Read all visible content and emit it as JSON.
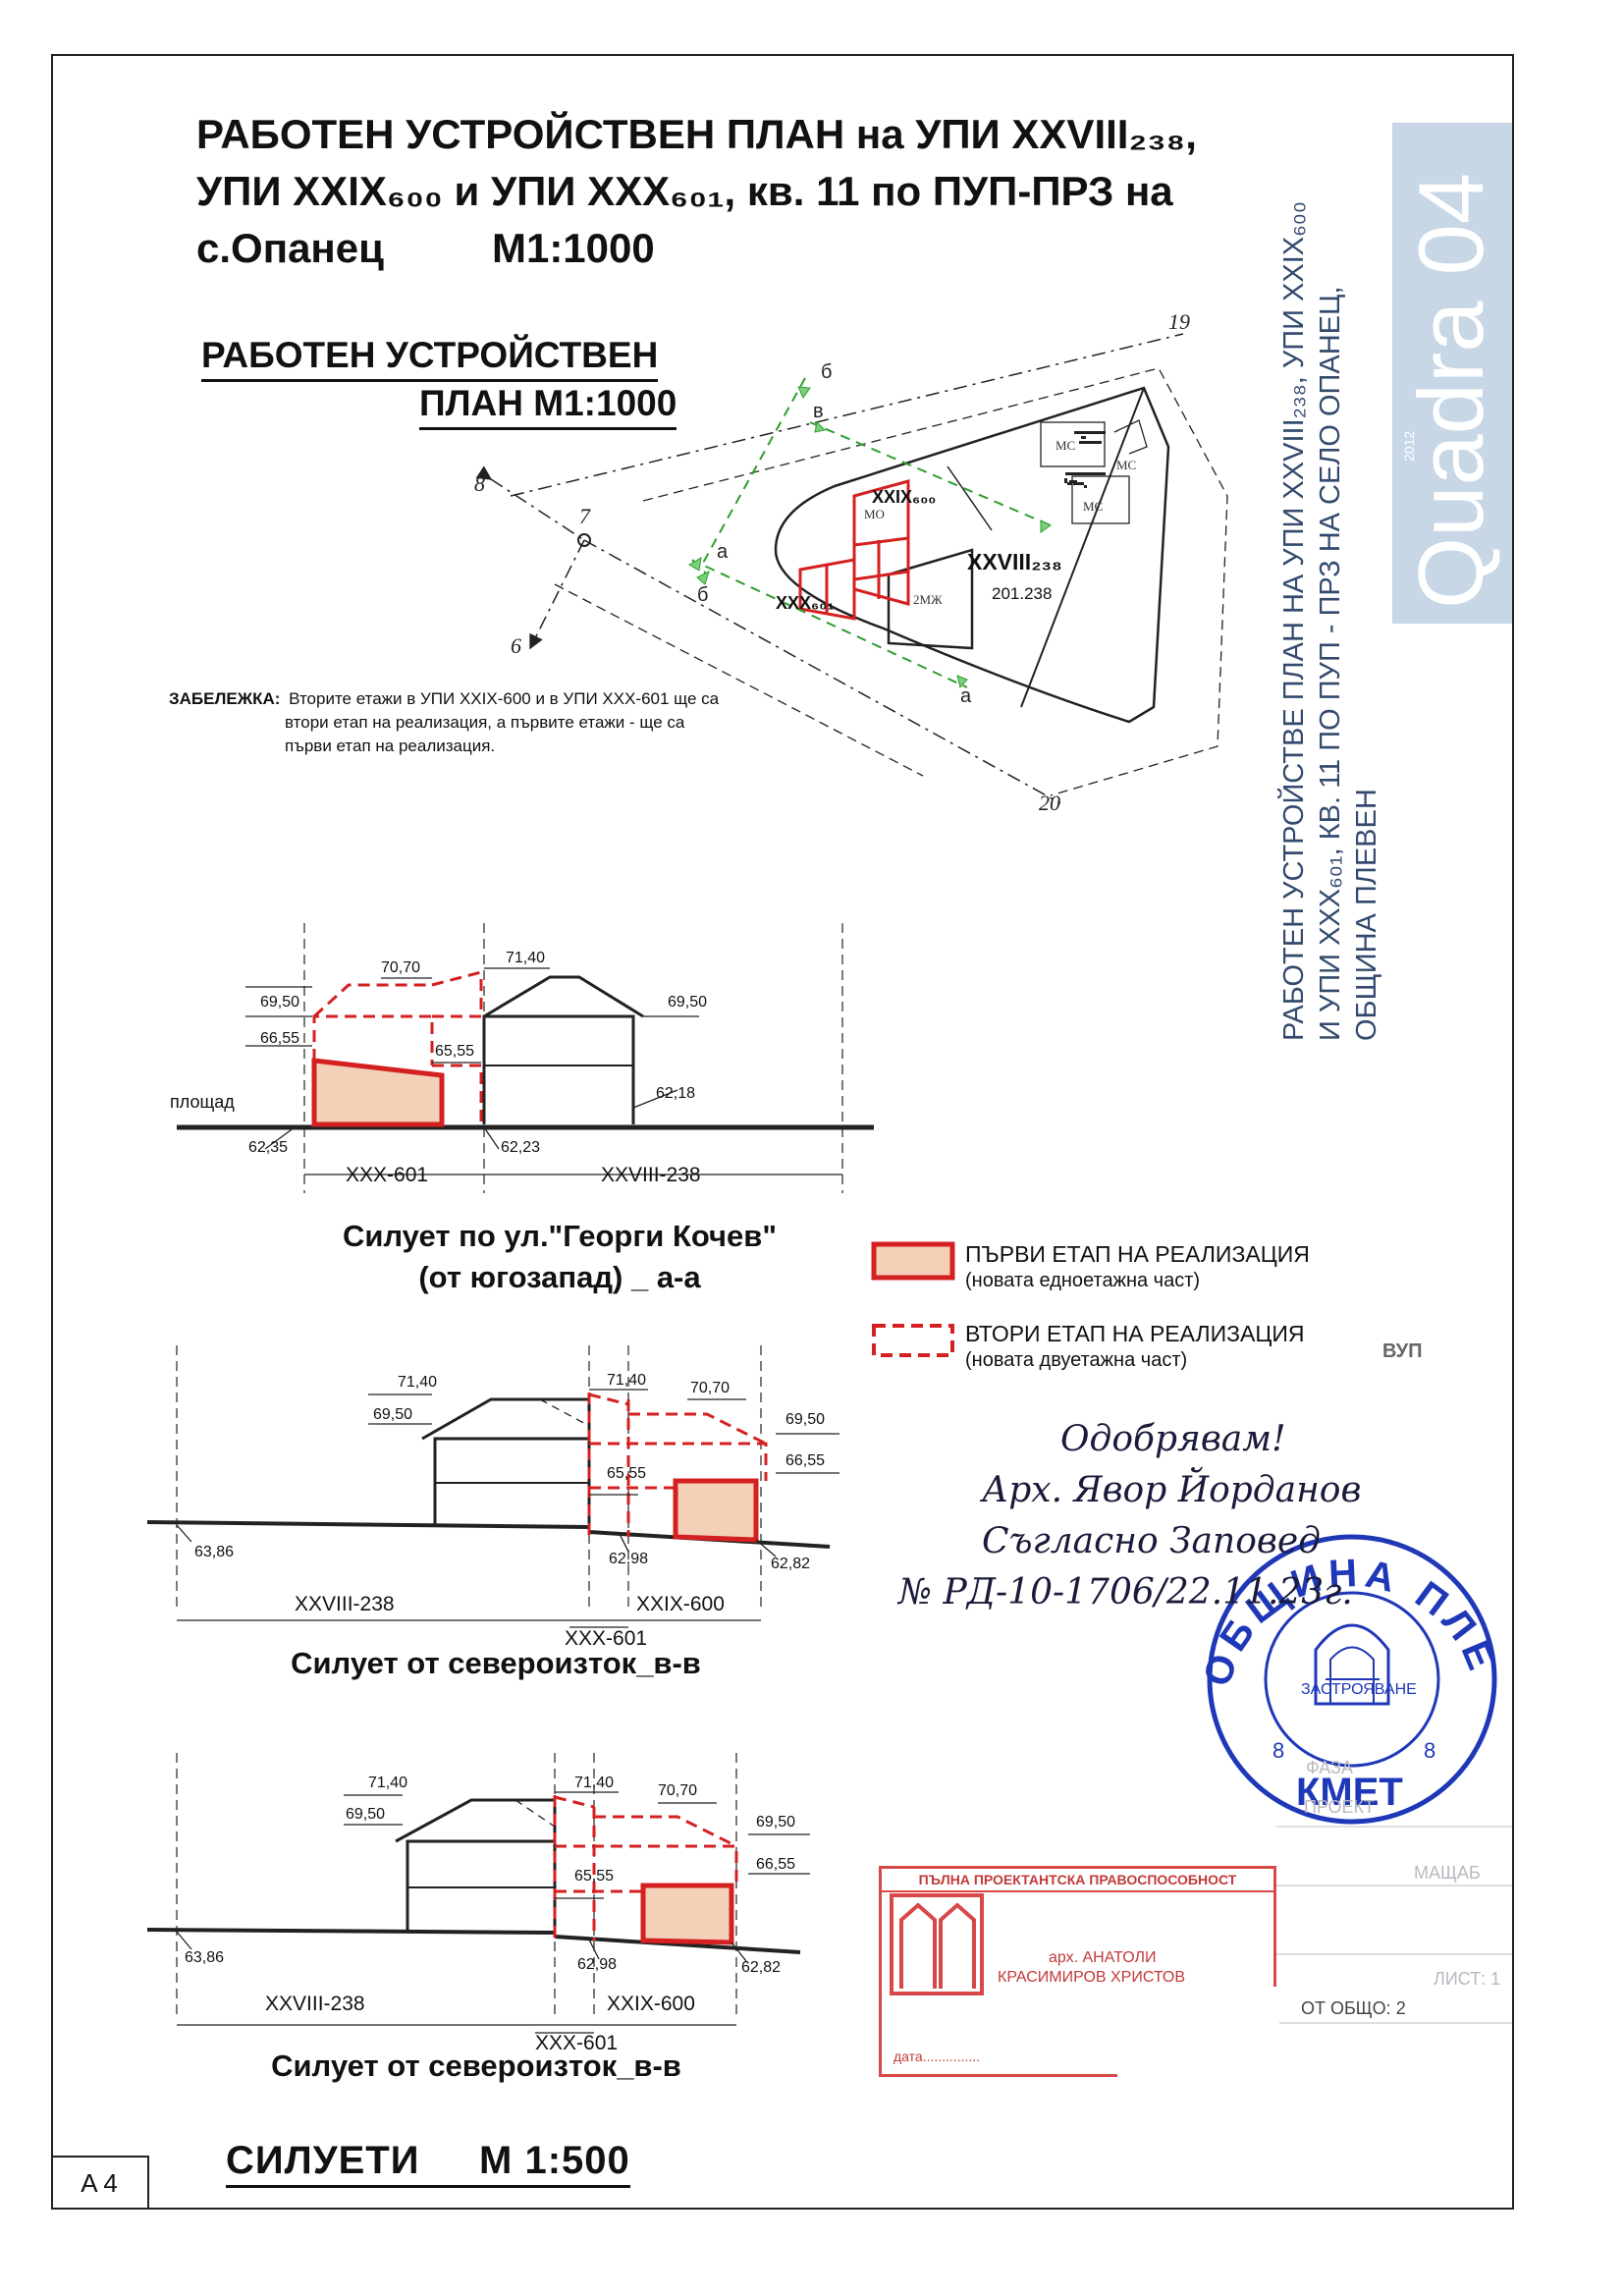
{
  "title": {
    "line1": "РАБОТЕН УСТРОЙСТВЕН ПЛАН на УПИ XXVIII₂₃₈,",
    "line2": "УПИ XXIX₆₀₀ и УПИ XXX₆₀₁, кв. 11 по ПУП-ПРЗ на",
    "line3a": "с.Опанец",
    "line3b": "M1:1000"
  },
  "plan": {
    "heading_line1": "РАБОТЕН УСТРОЙСТВЕН",
    "heading_line2": "ПЛАН  M1:1000",
    "labels": {
      "p19": "19",
      "p20": "20",
      "p8": "8",
      "p7": "7",
      "p6": "6",
      "sec_b_top": "б",
      "sec_v_top": "в",
      "sec_a_left": "а",
      "sec_b_left": "б",
      "sec_a_bottom": "а",
      "ms1": "МС",
      "ms2": "МС",
      "ms3": "МС",
      "mzh": "2МЖ",
      "mo": "МО",
      "upi29": "XXIX₆₀₀",
      "upi28": "XXVIII₂₃₈",
      "upi28_area": "201.238",
      "upi30": "XXX₆₀₁"
    }
  },
  "note": {
    "label": "ЗАБЕЛЕЖКА:",
    "line1": "Вторите етажи в УПИ XXIX-600 и в УПИ XXX-601 ще са",
    "line2": "втори етап на реализация, а първите етажи - ще са",
    "line3": "първи етап на реализация."
  },
  "section1": {
    "v6950": "69,50",
    "v7070": "70,70",
    "v7140": "71,40",
    "v6950r": "69,50",
    "v6655": "66,55",
    "v6555": "65,55",
    "v6218": "62,18",
    "v6235": "62,35",
    "v6223": "62,23",
    "square": "площад",
    "dim_left": "XXX-601",
    "dim_right": "XXVIII-238",
    "caption1": "Силует по ул.\"Георги Кочев\"",
    "caption2": "(от югозапад) _ а-а"
  },
  "legend": {
    "first_title": "ПЪРВИ ЕТАП НА РЕАЛИЗАЦИЯ",
    "first_sub": "(новата едноетажна част)",
    "second_title": "ВТОРИ ЕТАП НА РЕАЛИЗАЦИЯ",
    "second_sub": "(новата двуетажна част)"
  },
  "section2": {
    "v7140": "71,40",
    "v6950": "69,50",
    "v7140b": "71,40",
    "v7070": "70,70",
    "v6950r": "69,50",
    "v6655": "66,55",
    "v6555": "65,55",
    "v6386": "63,86",
    "v6298": "62,98",
    "v6282": "62,82",
    "dim_left": "XXVIII-238",
    "dim_right": "XXIX-600",
    "dim_mid": "XXX-601",
    "caption": "Силует от североизток_в-в"
  },
  "section3": {
    "v7140": "71,40",
    "v6950": "69,50",
    "v7140b": "71,40",
    "v7070": "70,70",
    "v6950r": "69,50",
    "v6655": "66,55",
    "v6555": "65,55",
    "v6386": "63,86",
    "v6298": "62,98",
    "v6282": "62,82",
    "dim_left": "XXVIII-238",
    "dim_right": "XXIX-600",
    "dim_mid": "XXX-601",
    "caption": "Силует от североизток_в-в"
  },
  "sheet_title": "СИЛУЕТИ     M 1:500",
  "a4": "A 4",
  "side_title": {
    "line1": "РАБОТЕН УСТРОЙСТВЕ ПЛАН НА УПИ XXVIII₂₃₈, УПИ XXIX₆₀₀",
    "line2": "И УПИ XXX₆₀₁, КВ. 11 ПО ПУП - ПРЗ НА СЕЛО ОПАНЕЦ,",
    "line3": "ОБЩИНА ПЛЕВЕН"
  },
  "side_logo": "Quadra 04",
  "side_logo_small": "2012",
  "pup_mark": "ВУП",
  "approval": {
    "line1": "Одобрявам!",
    "line2": "Арх. Явор Йорданов",
    "line3": "Съгласно Заповед",
    "line4": "№ РД-10-1706/22.11.23г."
  },
  "seal": {
    "ring": "ОБЩИНА ПЛЕВЕН",
    "inner": "ЗАСТРОЯВАНЕ",
    "bottom": "КМЕТ",
    "n_left": "8",
    "n_right": "8"
  },
  "stamp": {
    "header": "ПЪЛНА ПРОЕКТАНТСКА ПРАВОСПОСОБНОСТ",
    "role": "арх. АНАТОЛИ",
    "name": "КРАСИМИРОВ ХРИСТОВ",
    "date_label": "дата..............."
  },
  "titleblock": {
    "project": "ПРОЕКТ",
    "scale": "МАЩАБ",
    "sheet": "ЛИСТ: 1",
    "total": "ОТ ОБЩО: 2",
    "fasade": "ФАЗА"
  }
}
